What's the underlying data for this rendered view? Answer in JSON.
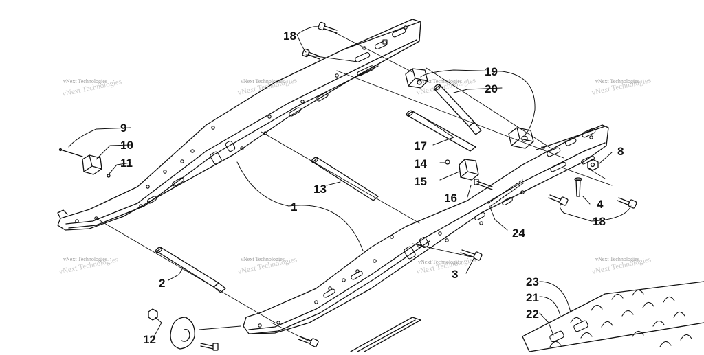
{
  "diagram": {
    "callouts": [
      "1",
      "2",
      "3",
      "4",
      "8",
      "9",
      "10",
      "11",
      "12",
      "13",
      "14",
      "15",
      "16",
      "17",
      "18",
      "18",
      "19",
      "20",
      "21",
      "22",
      "23",
      "24"
    ],
    "watermark": "vNext Technologies"
  }
}
